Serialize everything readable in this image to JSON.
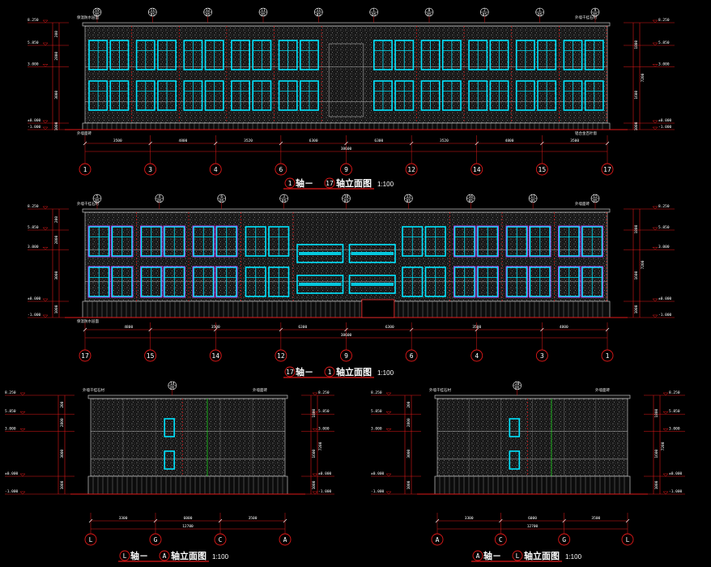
{
  "elevations": [
    {
      "id": "e1",
      "title_from": "1",
      "title_sep": "轴－",
      "title_to": "17",
      "title_suffix": "轴立面图",
      "scale": "1:100",
      "axes": [
        "1",
        "3",
        "4",
        "6",
        "9",
        "12",
        "14",
        "15",
        "17"
      ],
      "dims": [
        "3500",
        "4800",
        "3520",
        "6300",
        "6300",
        "3520",
        "4800",
        "3500"
      ],
      "total": "38600",
      "tags": [
        [
          "19",
          "05"
        ],
        [
          "11",
          "05"
        ],
        [
          "12",
          "05"
        ],
        [
          "11",
          "05"
        ],
        [
          "11",
          "05"
        ],
        [
          "1",
          "05"
        ],
        [
          "8",
          "05"
        ],
        [
          "2",
          "05"
        ],
        [
          "1",
          "05"
        ],
        [
          "9",
          "05"
        ]
      ],
      "levels_left": [
        "8.250",
        "5.850",
        "3.000",
        "±0.000",
        "-1.000"
      ],
      "levels_right": [
        "8.250",
        "5.850",
        "3.000",
        "±0.000",
        "-1.000"
      ],
      "vdims_left": [
        "200",
        "2800",
        "3000",
        "1000"
      ],
      "vdims_right": [
        "1800",
        "1600",
        "1000"
      ],
      "vdim_total": "7200",
      "notes": [
        "保温防水层面",
        "外墙干挂石材",
        "外墙面砖",
        "铝合金百叶窗"
      ]
    },
    {
      "id": "e2",
      "title_from": "17",
      "title_sep": "轴－",
      "title_to": "1",
      "title_suffix": "轴立面图",
      "scale": "1:100",
      "axes": [
        "17",
        "15",
        "14",
        "12",
        "9",
        "6",
        "4",
        "3",
        "1"
      ],
      "dims": [
        "4800",
        "3500",
        "6300",
        "6300",
        "3500",
        "4800"
      ],
      "total": "38600",
      "tags": [
        [
          "5",
          "05"
        ],
        [
          "4",
          "05"
        ],
        [
          "6",
          "05"
        ],
        [
          "3",
          "05"
        ],
        [
          "10",
          "05"
        ],
        [
          "13",
          "05"
        ],
        [
          "16",
          "05"
        ],
        [
          "17",
          "05"
        ],
        [
          "15",
          "05"
        ]
      ],
      "levels_left": [
        "8.250",
        "5.850",
        "3.000",
        "±0.000",
        "-1.000"
      ],
      "levels_right": [
        "8.250",
        "5.850",
        "3.000",
        "±0.000",
        "-1.000"
      ],
      "vdims_left": [
        "200",
        "2800",
        "3000",
        "1000"
      ],
      "vdims_right": [
        "1800",
        "1600",
        "1000"
      ],
      "vdim_total": "7200",
      "notes": [
        "外墙干挂石材",
        "外墙面砖",
        "保温防水层面"
      ]
    },
    {
      "id": "e3",
      "title_from": "L",
      "title_sep": "轴－",
      "title_to": "A",
      "title_suffix": "轴立面图",
      "scale": "1:100",
      "axes": [
        "L",
        "G",
        "C",
        "A"
      ],
      "dims": [
        "3300",
        "6000",
        "3500"
      ],
      "total": "12700",
      "tags": [
        [
          "14",
          "05"
        ]
      ],
      "levels_left": [
        "8.250",
        "5.850",
        "3.000",
        "±0.000",
        "-1.000"
      ],
      "levels_right": [
        "8.250",
        "5.850",
        "3.000",
        "±0.000",
        "-1.000"
      ],
      "vdims_left": [
        "200",
        "2800",
        "3000",
        "1000"
      ],
      "vdims_right": [
        "1800",
        "1600",
        "1000"
      ],
      "vdim_total": "7200",
      "notes": [
        "外墙干挂石材",
        "外墙面砖"
      ]
    },
    {
      "id": "e4",
      "title_from": "A",
      "title_sep": "轴－",
      "title_to": "L",
      "title_suffix": "轴立面图",
      "scale": "1:100",
      "axes": [
        "A",
        "C",
        "G",
        "L"
      ],
      "dims": [
        "3300",
        "6000",
        "3500"
      ],
      "total": "12700",
      "tags": [
        [
          "20",
          "05"
        ]
      ],
      "levels_left": [
        "8.250",
        "5.850",
        "3.000",
        "±0.000",
        "-1.000"
      ],
      "levels_right": [
        "8.250",
        "5.850",
        "3.000",
        "±0.000",
        "-1.000"
      ],
      "vdims_left": [
        "200",
        "2800",
        "3000",
        "1000"
      ],
      "vdims_right": [
        "1800",
        "1600",
        "1000"
      ],
      "vdim_total": "7200",
      "notes": [
        "外墙干挂石材",
        "外墙面砖"
      ]
    }
  ]
}
